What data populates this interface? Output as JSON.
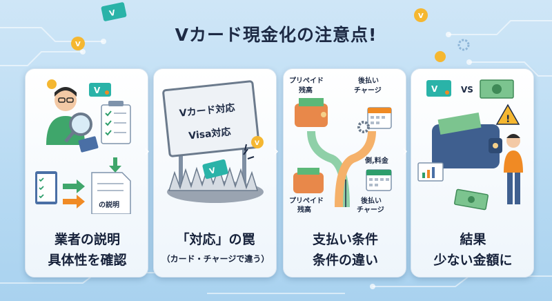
{
  "title": "Vカード現金化の注意点!",
  "panels": [
    {
      "caption_line1": "業者の説明",
      "caption_line2": "具体性を確認",
      "doc_label": "の説明"
    },
    {
      "caption_line1": "「対応」の罠",
      "caption_line2": "（カード・チャージで違う）",
      "sign_line1": "Vカード対応",
      "sign_line2": "Visa対応"
    },
    {
      "caption_line1": "支払い条件",
      "caption_line2": "条件の違い",
      "top_left_label_1": "プリペイド",
      "top_left_label_2": "残高",
      "top_right_label_1": "後払い",
      "top_right_label_2": "チャージ",
      "mid_right_label": "側,料金",
      "bottom_left_label_1": "プリペイド",
      "bottom_left_label_2": "残高",
      "bottom_right_label_1": "後払い",
      "bottom_right_label_2": "チャージ"
    },
    {
      "caption_line1": "結果",
      "caption_line2": "少ない金額に",
      "vs_label": "VS"
    }
  ],
  "colors": {
    "title": "#1d2a44",
    "accent_green": "#2e9e6b",
    "accent_orange": "#f08a24",
    "card_teal": "#2ab3a8",
    "coin": "#f5b731"
  }
}
